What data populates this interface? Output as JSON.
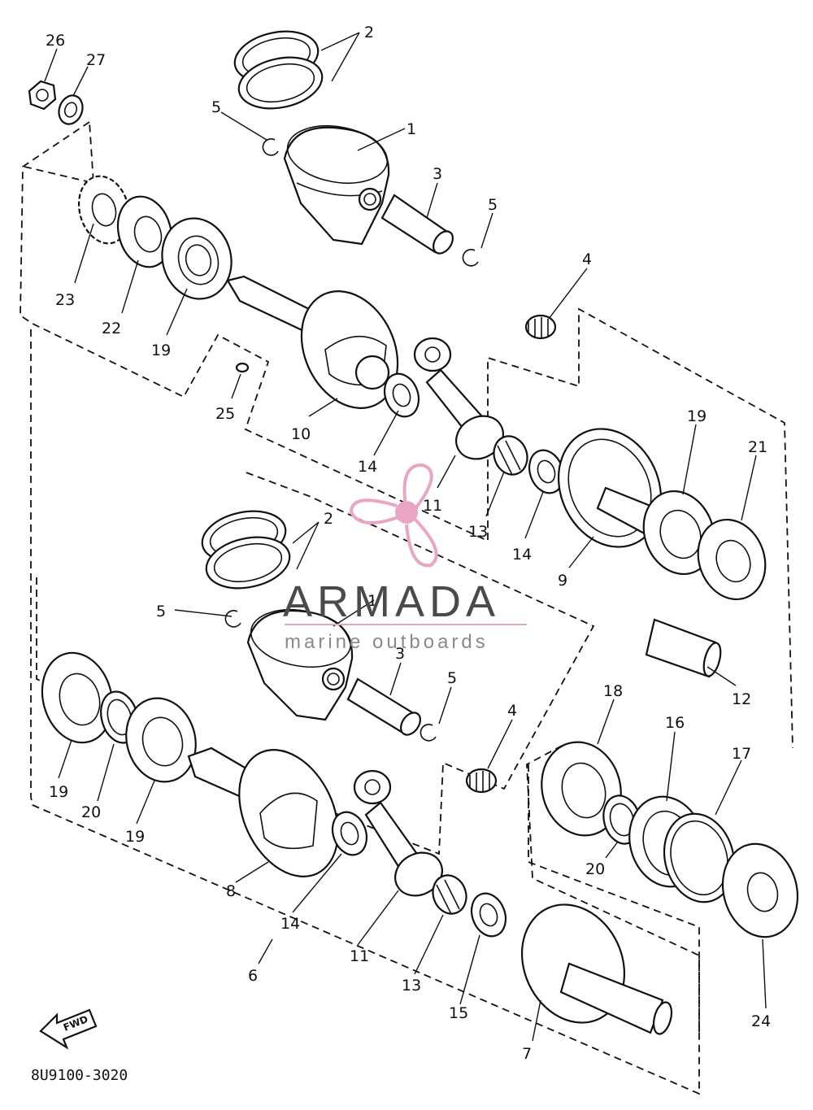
{
  "diagram": {
    "code": "8U9100-3020",
    "fwd_label": "FWD",
    "watermark": {
      "brand": "ARMADA",
      "tagline": "marine outboards"
    },
    "callouts": {
      "c1a": "1",
      "c2a": "2",
      "c3a": "3",
      "c4a": "4",
      "c5a": "5",
      "c5b": "5",
      "c9": "9",
      "c10": "10",
      "c11a": "11",
      "c12": "12",
      "c13a": "13",
      "c14a": "14",
      "c14b": "14",
      "c19a": "19",
      "c19b": "19",
      "c21": "21",
      "c22": "22",
      "c23": "23",
      "c25": "25",
      "c26": "26",
      "c27": "27",
      "c1b": "1",
      "c2b": "2",
      "c3b": "3",
      "c4b": "4",
      "c5c": "5",
      "c5d": "5",
      "c6": "6",
      "c7": "7",
      "c8": "8",
      "c11b": "11",
      "c13b": "13",
      "c14c": "14",
      "c15": "15",
      "c16": "16",
      "c17": "17",
      "c18": "18",
      "c19c": "19",
      "c19d": "19",
      "c20a": "20",
      "c20b": "20",
      "c24": "24"
    }
  }
}
